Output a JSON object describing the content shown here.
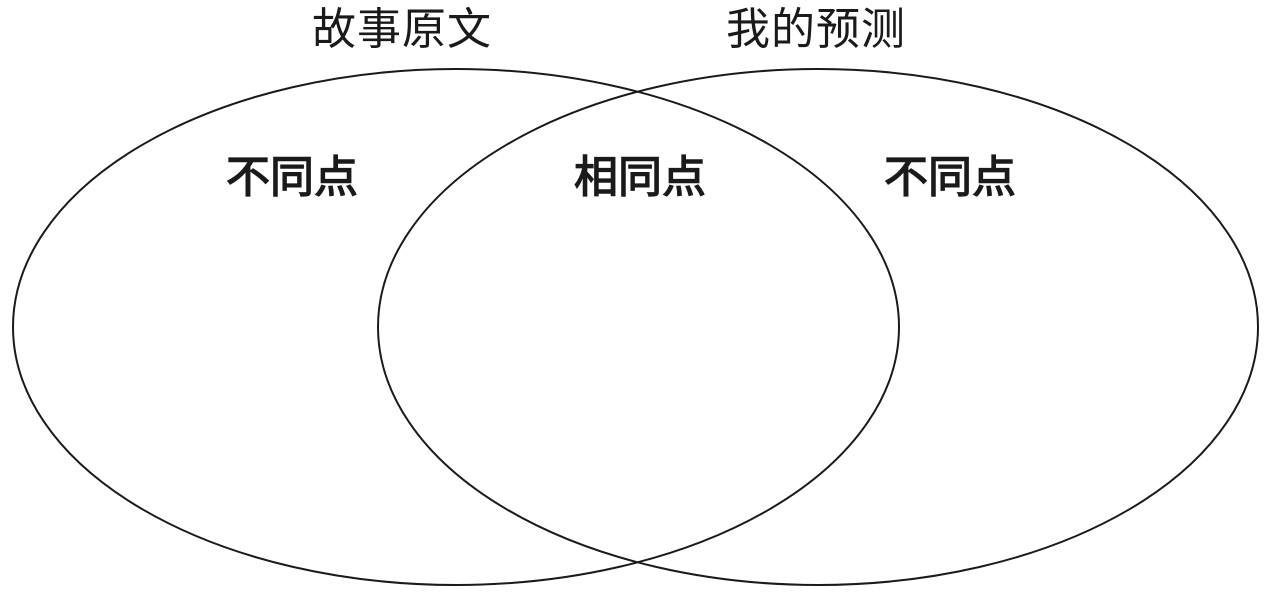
{
  "sets": {
    "left": {
      "title": "故事原文"
    },
    "right": {
      "title": "我的预测"
    }
  },
  "regions": {
    "left_only": "不同点",
    "intersection": "相同点",
    "right_only": "不同点"
  },
  "colors": {
    "stroke": "#1a1a1a",
    "background": "#ffffff",
    "text": "#1a1a1a"
  }
}
